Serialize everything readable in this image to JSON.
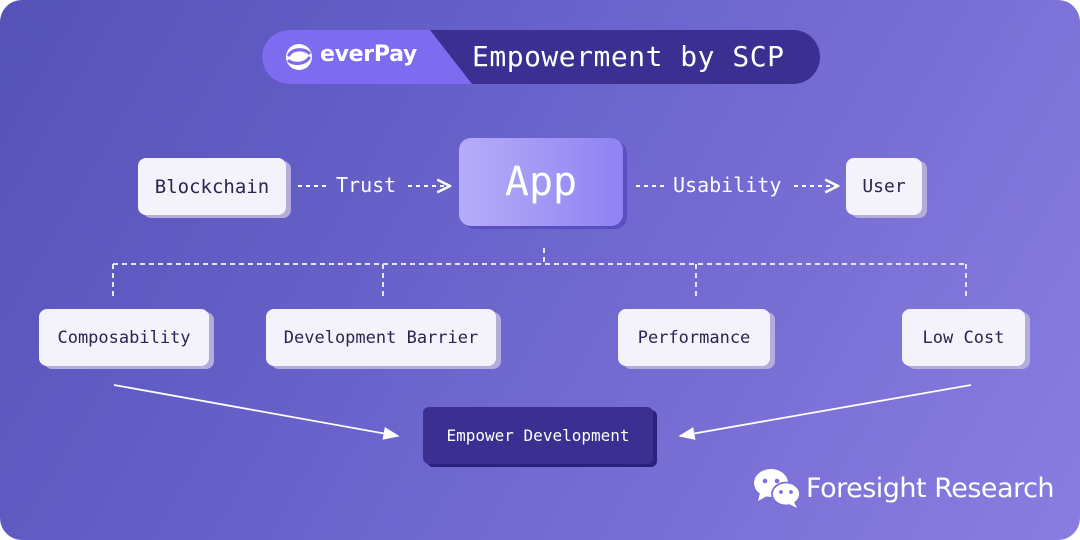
{
  "header": {
    "brand": "everPay",
    "title": "Empowerment by SCP"
  },
  "flow": {
    "source": "Blockchain",
    "trust_label": "Trust",
    "center": "App",
    "usability_label": "Usability",
    "target": "User"
  },
  "factors": [
    "Composability",
    "Development Barrier",
    "Performance",
    "Low Cost"
  ],
  "result": "Empower Development",
  "footer": {
    "text": "Foresight Research",
    "icon": "wechat-icon"
  },
  "colors": {
    "background_start": "#5552b8",
    "background_end": "#8a7de0",
    "header_dark": "#3b2f92",
    "brand_accent": "#7e6cf0",
    "box_fill": "#f4f2fb"
  }
}
